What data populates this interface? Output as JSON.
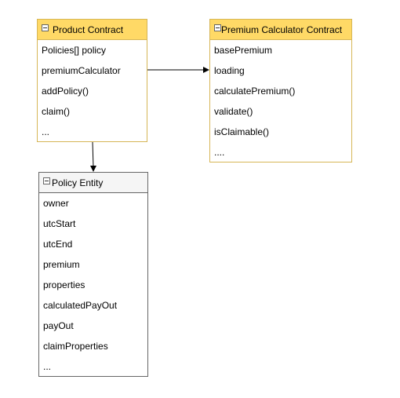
{
  "product_contract": {
    "title": "Product Contract",
    "attributes": [
      "Policies[] policy",
      "premiumCalculator",
      "addPolicy()",
      "claim()",
      "..."
    ]
  },
  "premium_calculator_contract": {
    "title": "Premium Calculator Contract",
    "attributes": [
      "basePremium",
      "loading",
      "calculatePremium()",
      "validate()",
      "isClaimable()",
      "...."
    ]
  },
  "policy_entity": {
    "title": "Policy Entity",
    "attributes": [
      "owner",
      "utcStart",
      "utcEnd",
      "premium",
      "properties",
      "calculatedPayOut",
      "payOut",
      "claimProperties",
      "..."
    ]
  },
  "colors": {
    "contract_fill": "#ffd966",
    "contract_stroke": "#d6b656",
    "entity_fill": "#f5f5f5",
    "entity_stroke": "#666666",
    "arrow": "#000000"
  },
  "connections": [
    {
      "from": "premiumCalculator",
      "to": "Premium Calculator Contract"
    },
    {
      "from": "Product Contract",
      "to": "Policy Entity"
    }
  ]
}
